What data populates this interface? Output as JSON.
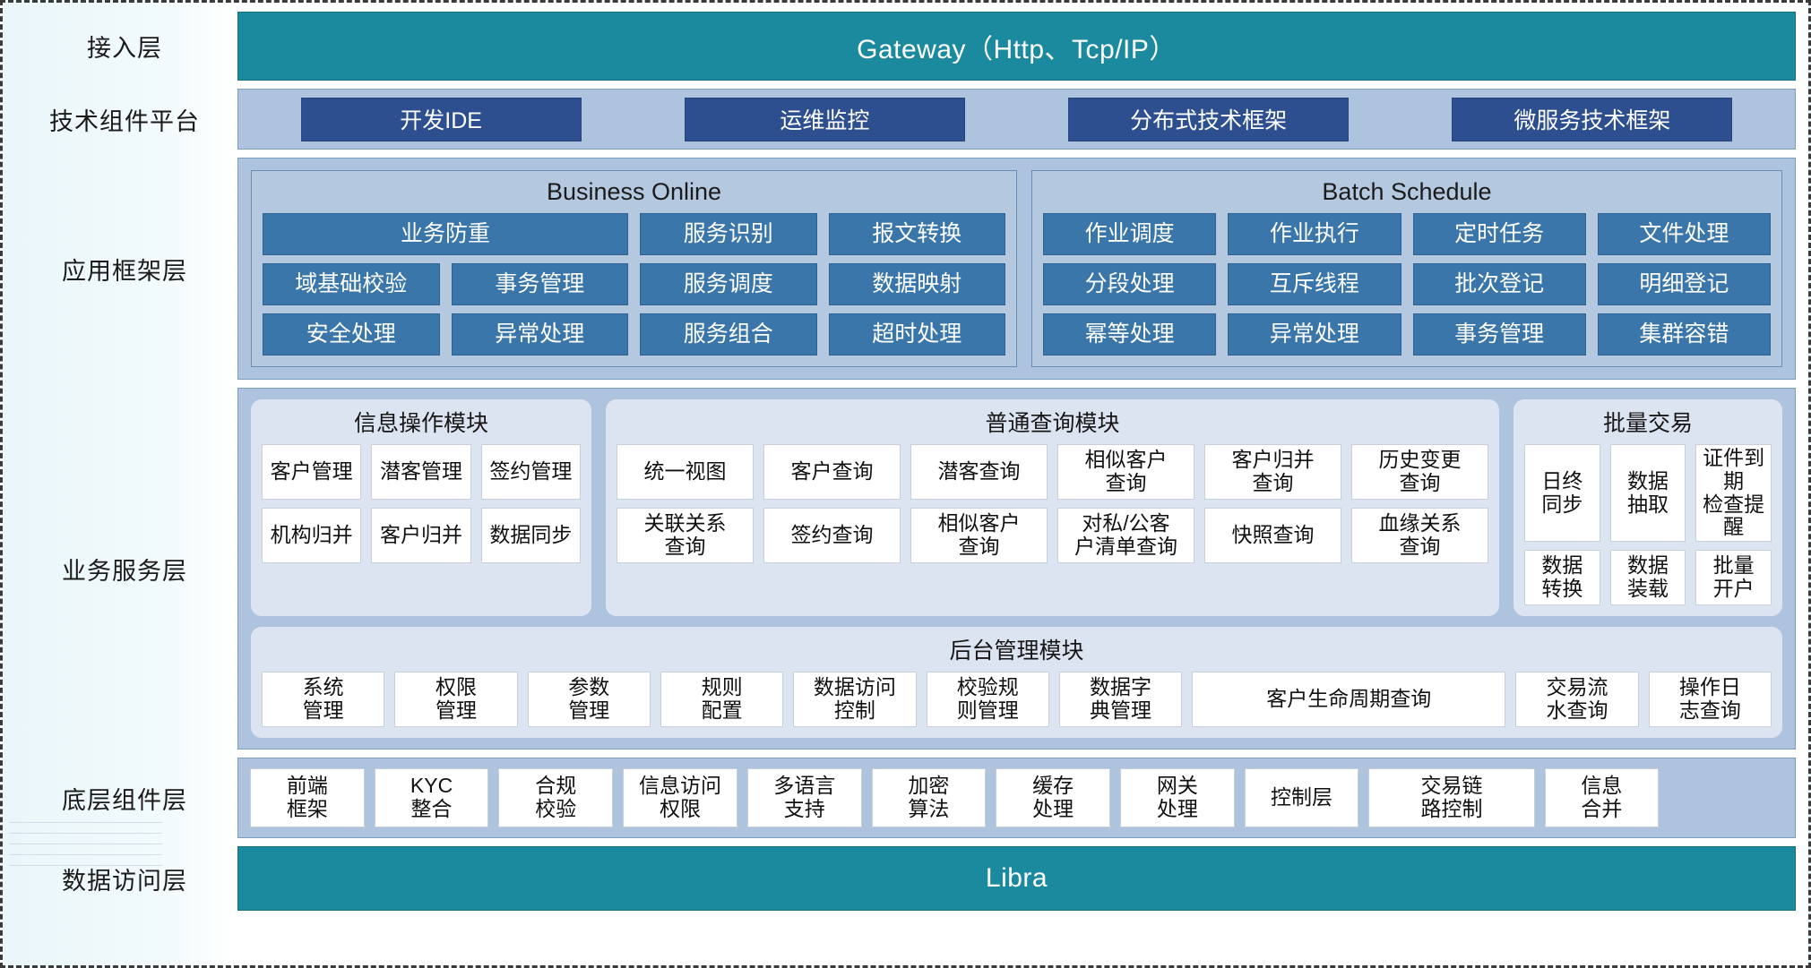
{
  "layers": [
    {
      "label": "接入层"
    },
    {
      "label": "技术组件平台"
    },
    {
      "label": "应用框架层"
    },
    {
      "label": "业务服务层"
    },
    {
      "label": "底层组件层"
    },
    {
      "label": "数据访问层"
    }
  ],
  "access_layer": {
    "label": "接入层",
    "banner": "Gateway（Http、Tcp/IP）"
  },
  "tech_platform": {
    "label": "技术组件平台",
    "chips": [
      "开发IDE",
      "运维监控",
      "分布式技术框架",
      "微服务技术框架"
    ]
  },
  "app_framework": {
    "label": "应用框架层",
    "business_online": {
      "title": "Business Online",
      "cells": [
        "业务防重",
        "服务识别",
        "报文转换",
        "域基础校验",
        "事务管理",
        "服务调度",
        "数据映射",
        "安全处理",
        "异常处理",
        "服务组合",
        "超时处理"
      ]
    },
    "batch_schedule": {
      "title": "Batch Schedule",
      "cells": [
        "作业调度",
        "作业执行",
        "定时任务",
        "文件处理",
        "分段处理",
        "互斥线程",
        "批次登记",
        "明细登记",
        "幂等处理",
        "异常处理",
        "事务管理",
        "集群容错"
      ]
    }
  },
  "business_service": {
    "label": "业务服务层",
    "info_module": {
      "title": "信息操作模块",
      "cells": [
        "客户管理",
        "潜客管理",
        "签约管理",
        "机构归并",
        "客户归并",
        "数据同步"
      ]
    },
    "query_module": {
      "title": "普通查询模块",
      "cells": [
        "统一视图",
        "客户查询",
        "潜客查询",
        "相似客户\n查询",
        "客户归并\n查询",
        "历史变更\n查询",
        "关联关系\n查询",
        "签约查询",
        "相似客户\n查询",
        "对私/公客\n户清单查询",
        "快照查询",
        "血缘关系\n查询"
      ]
    },
    "batch_module": {
      "title": "批量交易",
      "cells": [
        "日终\n同步",
        "数据\n抽取",
        "证件到期\n检查提醒",
        "数据\n转换",
        "数据\n装载",
        "批量\n开户"
      ]
    },
    "admin_module": {
      "title": "后台管理模块",
      "cells": [
        "系统\n管理",
        "权限\n管理",
        "参数\n管理",
        "规则\n配置",
        "数据访问\n控制",
        "校验规\n则管理",
        "数据字\n典管理",
        "客户生命周期查询",
        "交易流\n水查询",
        "操作日\n志查询"
      ]
    }
  },
  "component_layer": {
    "label": "底层组件层",
    "cells": [
      "前端\n框架",
      "KYC\n整合",
      "合规\n校验",
      "信息访问\n权限",
      "多语言\n支持",
      "加密\n算法",
      "缓存\n处理",
      "网关\n处理",
      "控制层",
      "交易链\n路控制",
      "信息\n合并"
    ]
  },
  "data_access": {
    "label": "数据访问层",
    "banner": "Libra"
  },
  "colors": {
    "teal": "#1c8a9e",
    "panel_blue": "#aec4de",
    "chip_dark_blue": "#2e4f8f",
    "chip_mid_blue": "#3a76aa",
    "module_bg": "#dde4f1",
    "cell_white": "#ffffff"
  }
}
